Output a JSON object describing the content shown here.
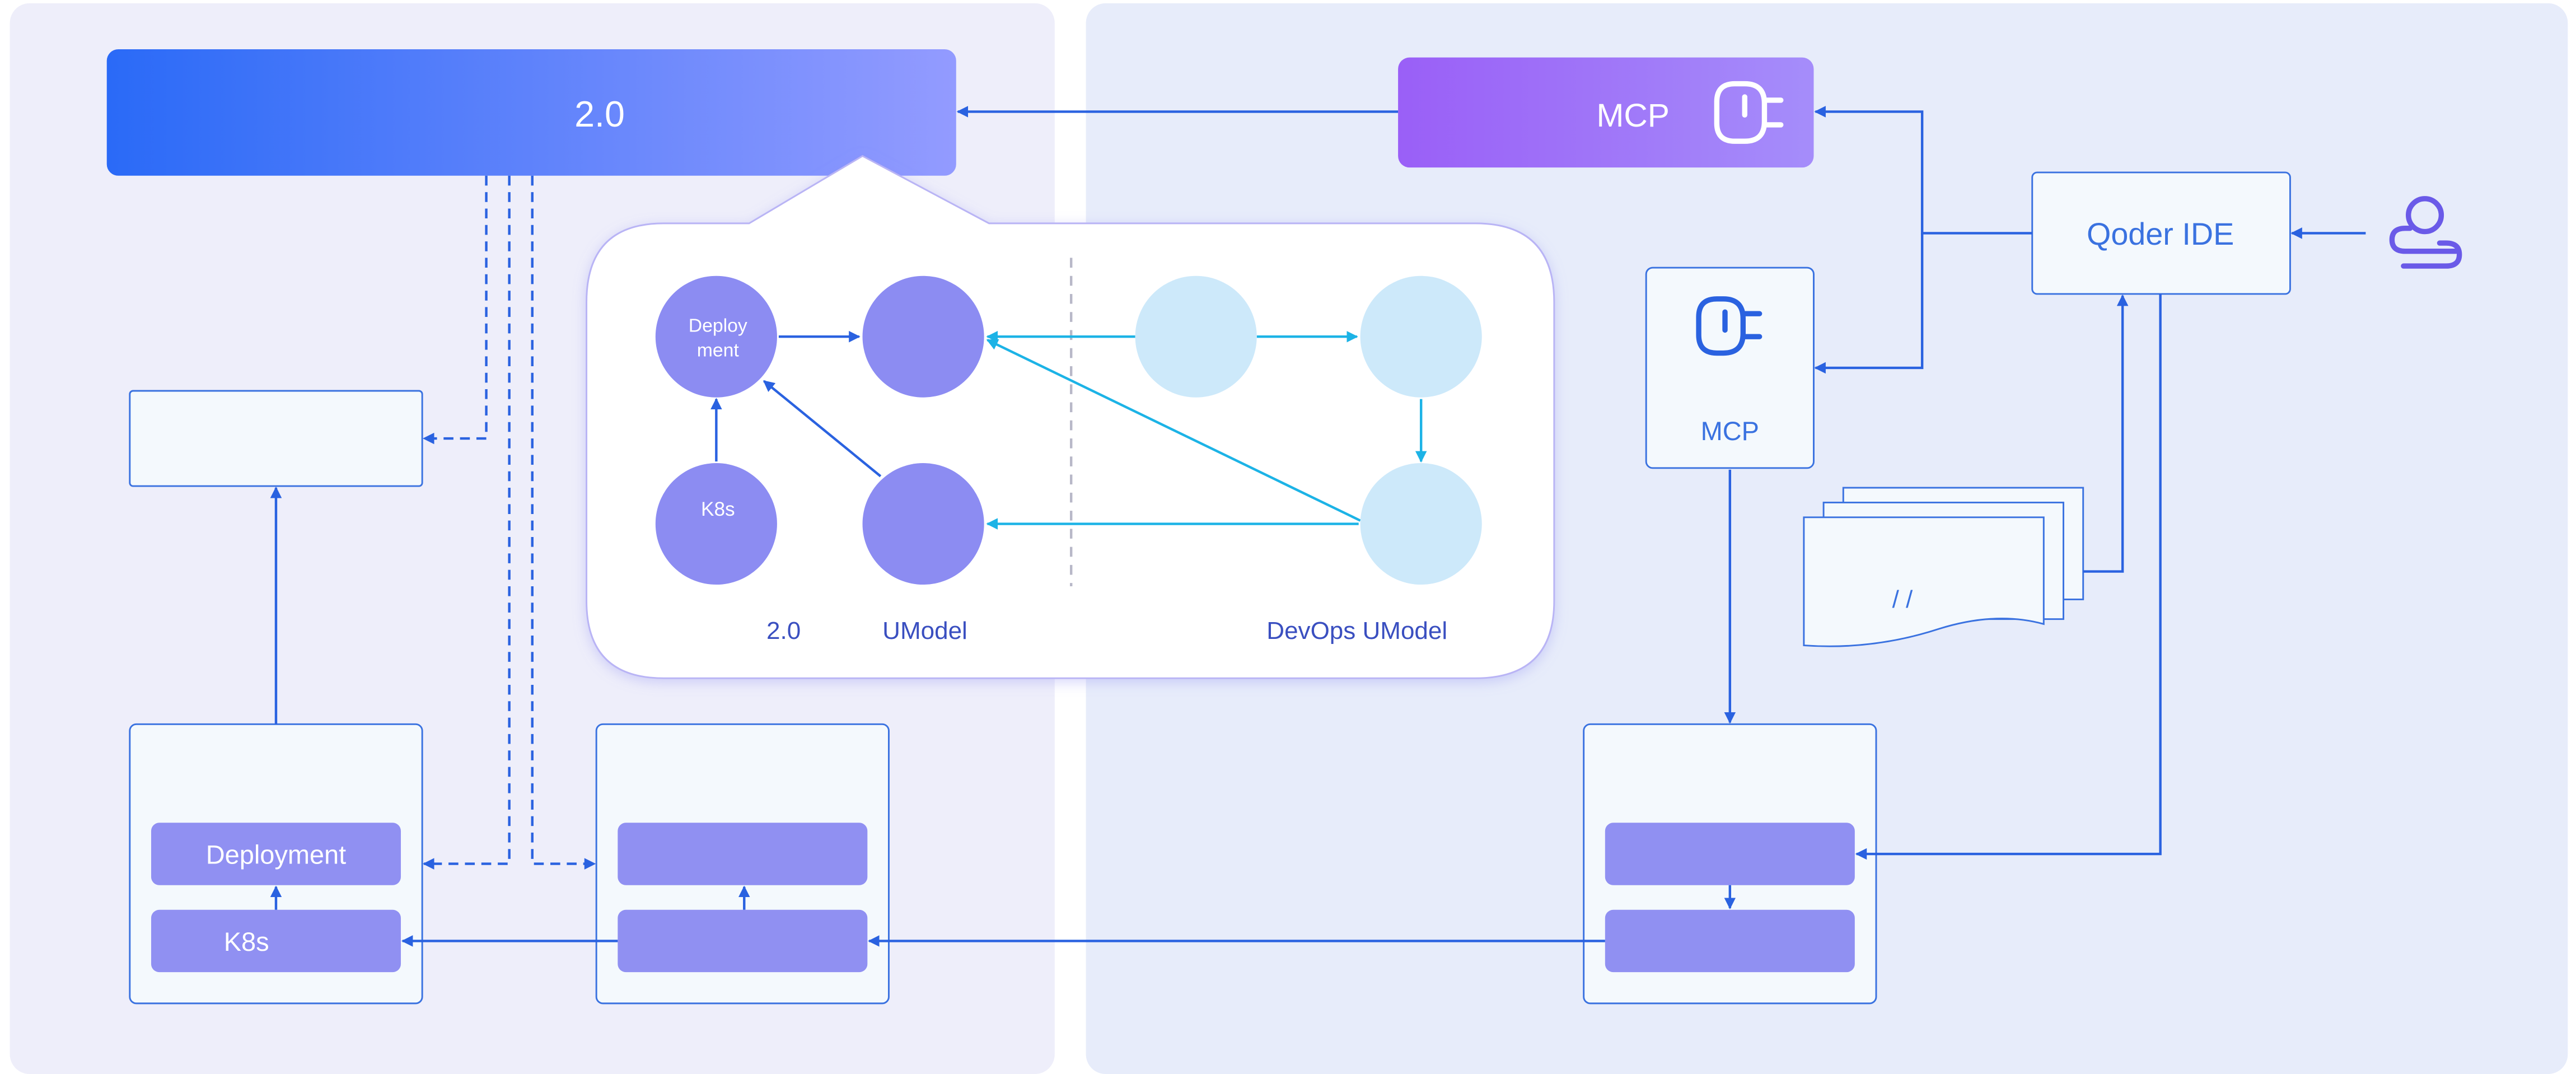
{
  "left_panel": {
    "banner_label": "2.0",
    "info_box_label": "",
    "infra_box": {
      "deployment_label": "Deployment",
      "k8s_label": "K8s"
    },
    "mid_box": {
      "top_label": "",
      "bottom_label": ""
    }
  },
  "umodel_card": {
    "node_deployment_label": "Deploy\nment",
    "node_k8s_label": "K8s",
    "caption_version": "2.0",
    "caption_umodel": "UModel",
    "caption_devops": "DevOps UModel"
  },
  "right_panel": {
    "mcp_banner_label": "MCP",
    "mcp_box_label": "MCP",
    "qoder_label": "Qoder IDE",
    "docs_label": "/ /",
    "bottom_box": {
      "top_label": "",
      "bottom_label": ""
    }
  },
  "colors": {
    "left_panel_bg": "#eeeefa",
    "right_panel_bg": "#e7ecfa",
    "banner_gradient_start": "#2a6af7",
    "banner_gradient_end": "#939bff",
    "mcp_gradient_start": "#9a5ff7",
    "mcp_gradient_end": "#a58dfa",
    "node_purple": "#8c8cf2",
    "node_cyan": "#cde9fa",
    "arrow_blue": "#2a62e0",
    "arrow_cyan": "#1cb3e6",
    "box_border": "#3a72e0",
    "box_fill": "#f4f9fd",
    "pill_purple": "#9090f2"
  },
  "icons": [
    "plug-icon",
    "user-icon",
    "document-stack-icon"
  ]
}
